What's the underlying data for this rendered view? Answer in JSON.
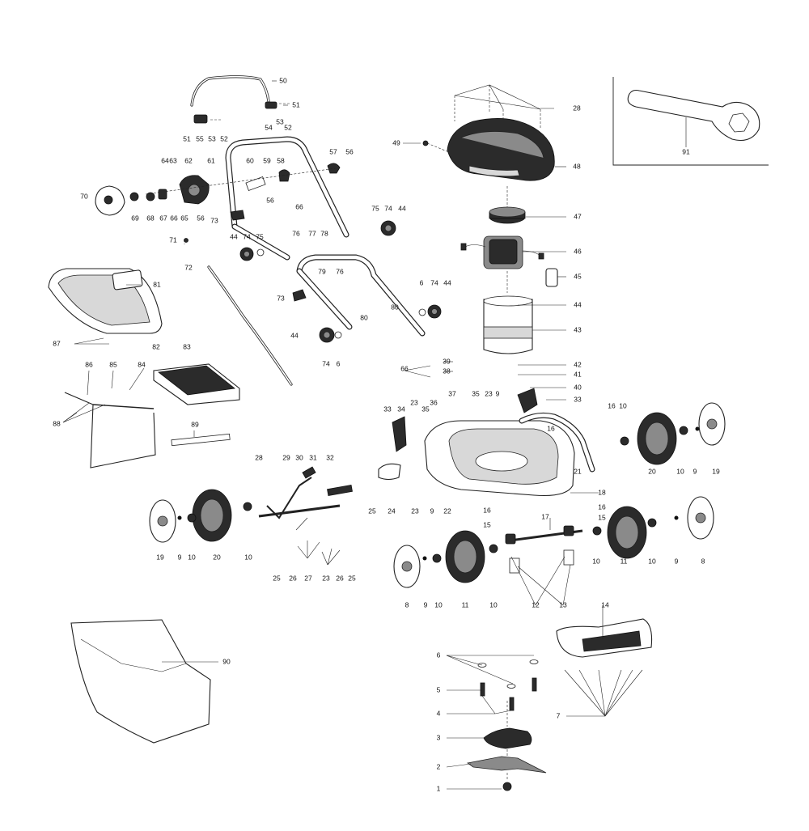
{
  "parts": [
    {
      "id": "1",
      "label": "1"
    },
    {
      "id": "2",
      "label": "2"
    },
    {
      "id": "3",
      "label": "3"
    },
    {
      "id": "4",
      "label": "4"
    },
    {
      "id": "5",
      "label": "5"
    },
    {
      "id": "6",
      "label": "6"
    },
    {
      "id": "7",
      "label": "7"
    },
    {
      "id": "8",
      "label": "8"
    },
    {
      "id": "9",
      "label": "9"
    },
    {
      "id": "10",
      "label": "10"
    },
    {
      "id": "11",
      "label": "11"
    },
    {
      "id": "12",
      "label": "12"
    },
    {
      "id": "13",
      "label": "13"
    },
    {
      "id": "14",
      "label": "14"
    },
    {
      "id": "15",
      "label": "15"
    },
    {
      "id": "16",
      "label": "16"
    },
    {
      "id": "17",
      "label": "17"
    },
    {
      "id": "18",
      "label": "18"
    },
    {
      "id": "19",
      "label": "19"
    },
    {
      "id": "20",
      "label": "20"
    },
    {
      "id": "21",
      "label": "21"
    },
    {
      "id": "22",
      "label": "22"
    },
    {
      "id": "23",
      "label": "23"
    },
    {
      "id": "24",
      "label": "24"
    },
    {
      "id": "25",
      "label": "25"
    },
    {
      "id": "26",
      "label": "26"
    },
    {
      "id": "27",
      "label": "27"
    },
    {
      "id": "28",
      "label": "28"
    },
    {
      "id": "29",
      "label": "29"
    },
    {
      "id": "30",
      "label": "30"
    },
    {
      "id": "31",
      "label": "31"
    },
    {
      "id": "32",
      "label": "32"
    },
    {
      "id": "33",
      "label": "33"
    },
    {
      "id": "34",
      "label": "34"
    },
    {
      "id": "35",
      "label": "35"
    },
    {
      "id": "36",
      "label": "36"
    },
    {
      "id": "37",
      "label": "37"
    },
    {
      "id": "38",
      "label": "38"
    },
    {
      "id": "39",
      "label": "39"
    },
    {
      "id": "40",
      "label": "40"
    },
    {
      "id": "41",
      "label": "41"
    },
    {
      "id": "42",
      "label": "42"
    },
    {
      "id": "43",
      "label": "43"
    },
    {
      "id": "44",
      "label": "44"
    },
    {
      "id": "45",
      "label": "45"
    },
    {
      "id": "46",
      "label": "46"
    },
    {
      "id": "47",
      "label": "47"
    },
    {
      "id": "48",
      "label": "48"
    },
    {
      "id": "49",
      "label": "49"
    },
    {
      "id": "50",
      "label": "50"
    },
    {
      "id": "51",
      "label": "51"
    },
    {
      "id": "52",
      "label": "52"
    },
    {
      "id": "53",
      "label": "53"
    },
    {
      "id": "54",
      "label": "54"
    },
    {
      "id": "55",
      "label": "55"
    },
    {
      "id": "56",
      "label": "56"
    },
    {
      "id": "57",
      "label": "57"
    },
    {
      "id": "58",
      "label": "58"
    },
    {
      "id": "59",
      "label": "59"
    },
    {
      "id": "60",
      "label": "60"
    },
    {
      "id": "61",
      "label": "61"
    },
    {
      "id": "62",
      "label": "62"
    },
    {
      "id": "63",
      "label": "63"
    },
    {
      "id": "64",
      "label": "64"
    },
    {
      "id": "65",
      "label": "65"
    },
    {
      "id": "66",
      "label": "66"
    },
    {
      "id": "67",
      "label": "67"
    },
    {
      "id": "68",
      "label": "68"
    },
    {
      "id": "69",
      "label": "69"
    },
    {
      "id": "70",
      "label": "70"
    },
    {
      "id": "71",
      "label": "71"
    },
    {
      "id": "72",
      "label": "72"
    },
    {
      "id": "73",
      "label": "73"
    },
    {
      "id": "74",
      "label": "74"
    },
    {
      "id": "75",
      "label": "75"
    },
    {
      "id": "76",
      "label": "76"
    },
    {
      "id": "77",
      "label": "77"
    },
    {
      "id": "78",
      "label": "78"
    },
    {
      "id": "79",
      "label": "79"
    },
    {
      "id": "80",
      "label": "80"
    },
    {
      "id": "81",
      "label": "81"
    },
    {
      "id": "82",
      "label": "82"
    },
    {
      "id": "83",
      "label": "83"
    },
    {
      "id": "84",
      "label": "84"
    },
    {
      "id": "85",
      "label": "85"
    },
    {
      "id": "86",
      "label": "86"
    },
    {
      "id": "87",
      "label": "87"
    },
    {
      "id": "88",
      "label": "88"
    },
    {
      "id": "89",
      "label": "89"
    },
    {
      "id": "90",
      "label": "90"
    },
    {
      "id": "91",
      "label": "91"
    }
  ]
}
